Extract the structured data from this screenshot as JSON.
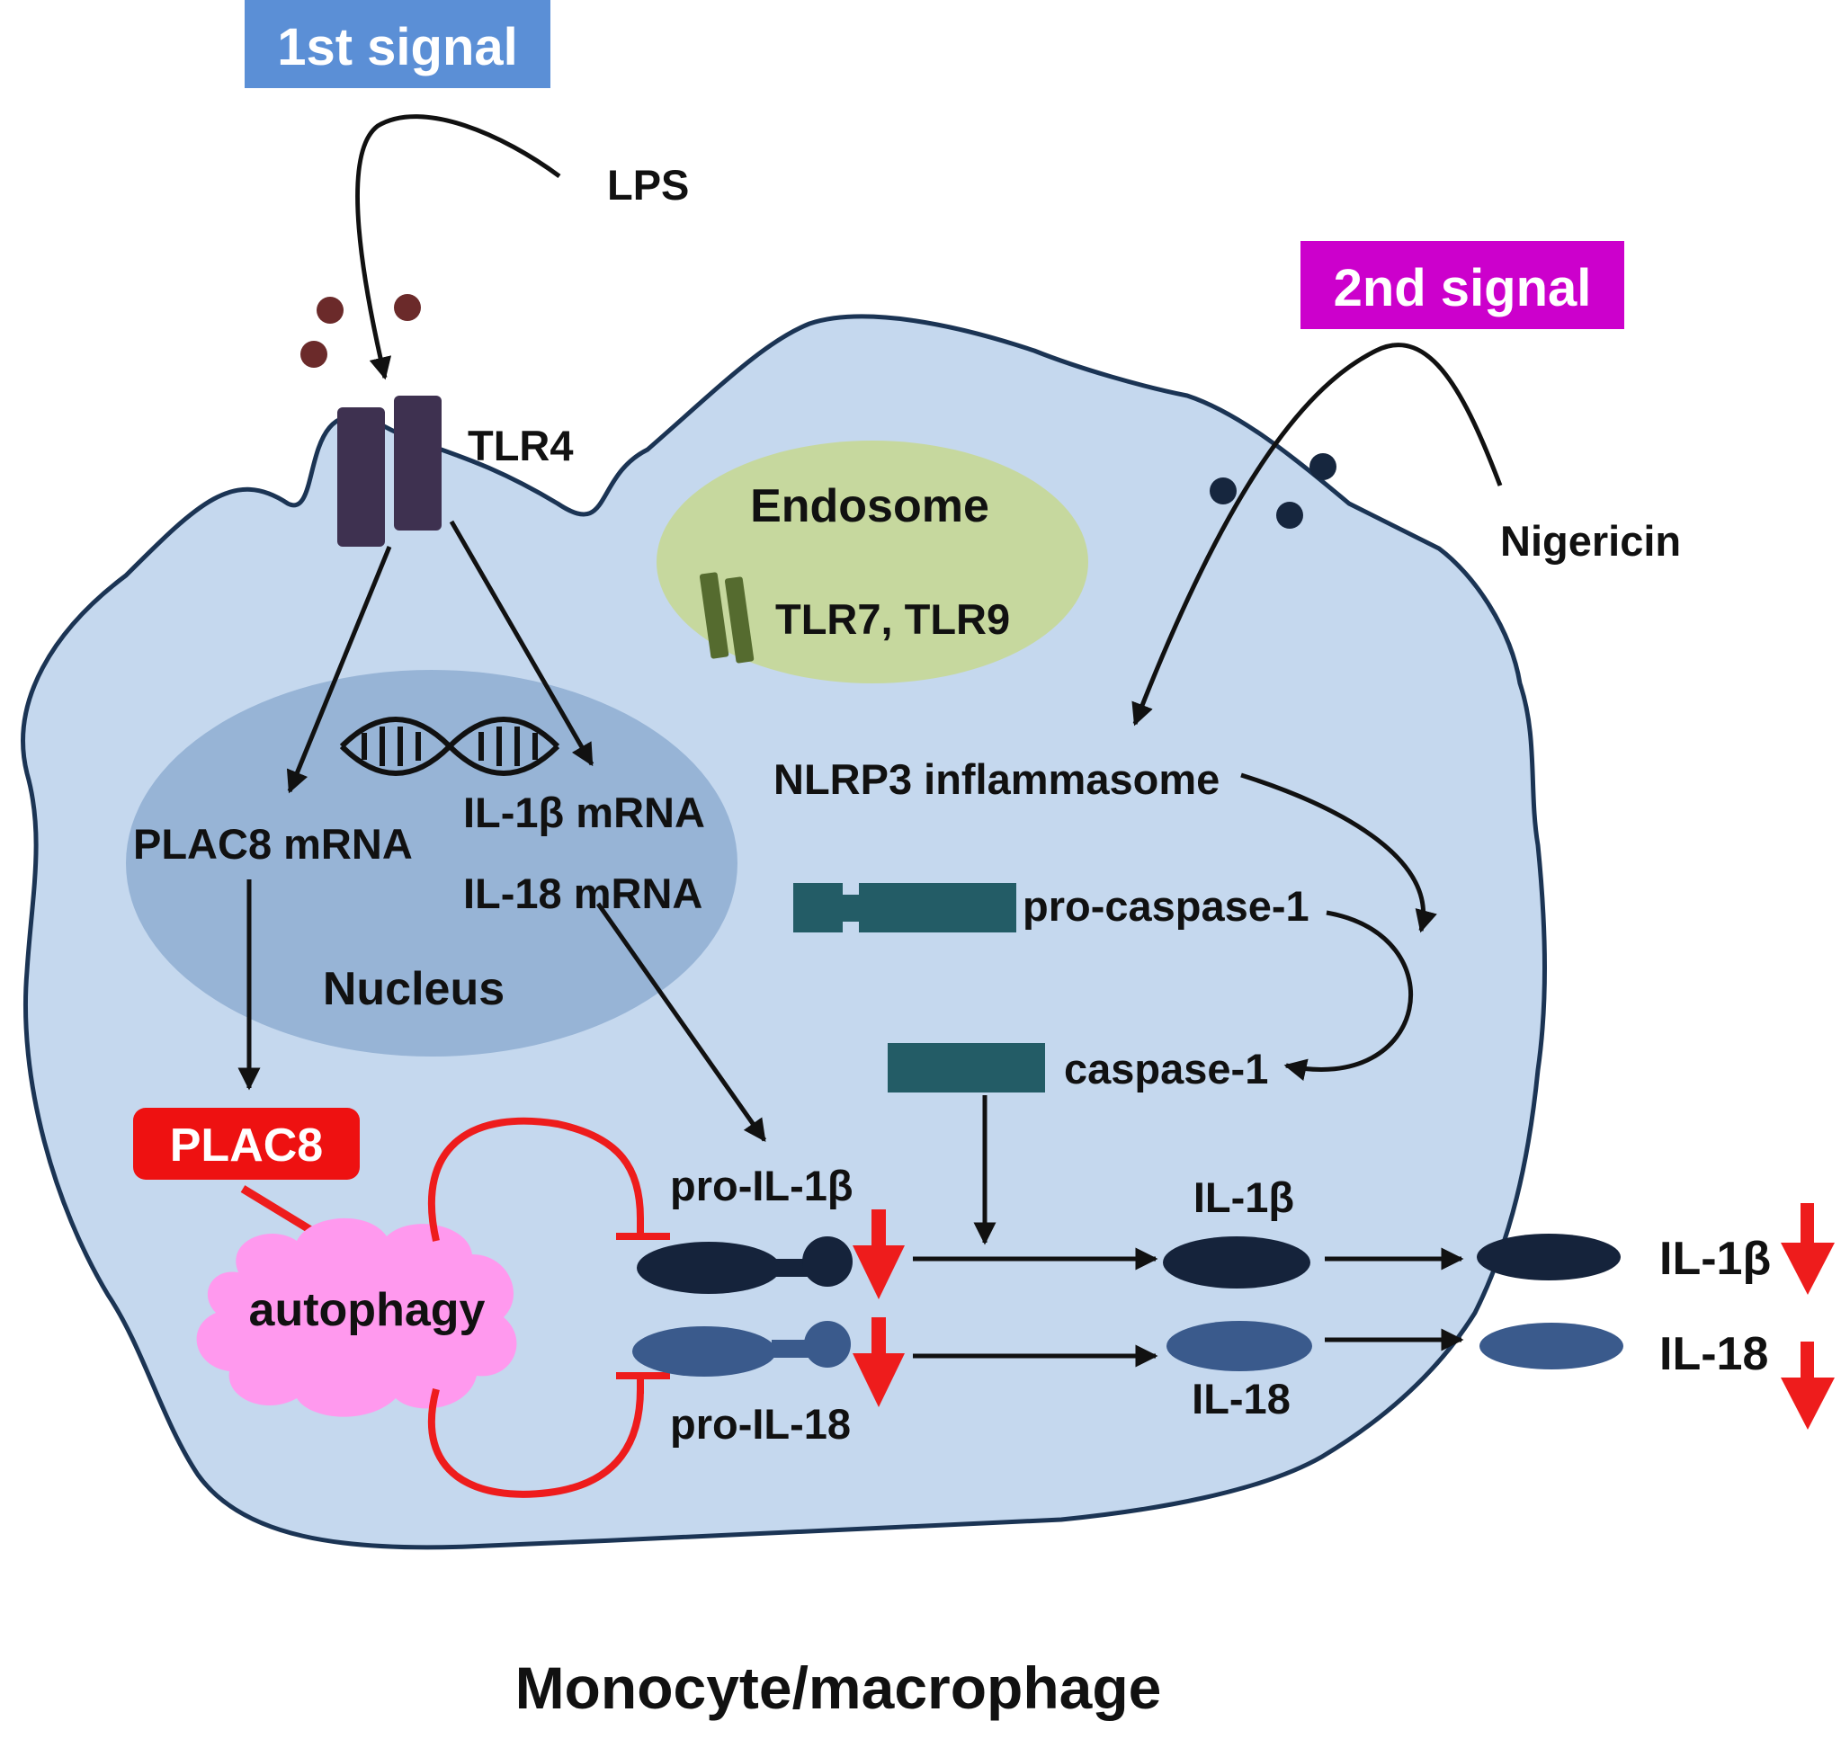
{
  "signals": {
    "first": {
      "label": "1st signal",
      "color": "#5b8fd6"
    },
    "second": {
      "label": "2nd signal",
      "color": "#cc00cc"
    }
  },
  "labels": {
    "lps": "LPS",
    "nigericin": "Nigericin",
    "tlr4": "TLR4",
    "endosome": "Endosome",
    "tlr7_tlr9": "TLR7, TLR9",
    "nucleus": "Nucleus",
    "plac8_mrna": "PLAC8 mRNA",
    "il1b_mrna": "IL-1β mRNA",
    "il18_mrna": "IL-18 mRNA",
    "nlrp3": "NLRP3 inflammasome",
    "pro_caspase": "pro-caspase-1",
    "caspase": "caspase-1",
    "plac8": "PLAC8",
    "autophagy": "autophagy",
    "pro_il1b": "pro-IL-1β",
    "pro_il18": "pro-IL-18",
    "il1b": "IL-1β",
    "il18": "IL-18",
    "il1b_out": "IL-1β",
    "il18_out": "IL-18",
    "cell_type": "Monocyte/macrophage"
  },
  "colors": {
    "cell_fill": "#c5d8ee",
    "cell_border": "#1b3454",
    "nucleus_fill": "#97b4d6",
    "endosome_fill": "#c6d89e",
    "tlr_endo": "#556b2f",
    "tlr4": "#3e3150",
    "lps_dots": "#6b2a2a",
    "nig_dots": "#16263e",
    "caspase": "#235c66",
    "il1b_protein": "#15233b",
    "il18_protein": "#3a5a8c",
    "inhibit": "#ee1c1c",
    "autophagy_cloud": "#ff99ee",
    "plac8_box": "#ee1111"
  }
}
